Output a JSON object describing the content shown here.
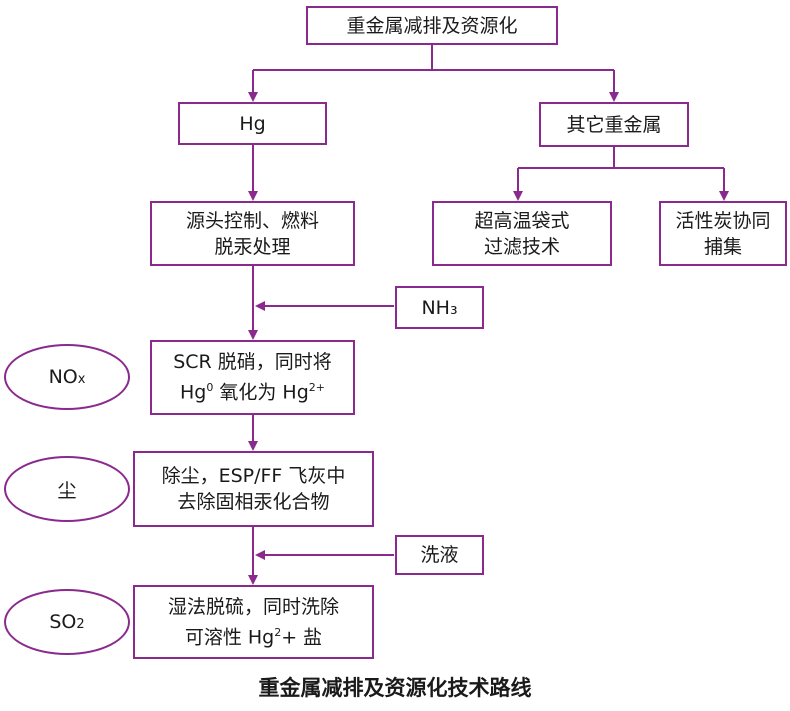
{
  "nodes": {
    "root": "重金属减排及资源化",
    "hg": "Hg",
    "other": "其它重金属",
    "source_line1": "源头控制、燃料",
    "source_line2": "脱汞处理",
    "bag_line1": "超高温袋式",
    "bag_line2": "过滤技术",
    "carbon_line1": "活性炭协同",
    "carbon_line2": "捕集",
    "nh3": "NH₃",
    "scr_line1": "SCR 脱硝，同时将",
    "scr_line2_a": "Hg",
    "scr_line2_sup1": "0",
    "scr_line2_b": " 氧化为 Hg",
    "scr_line2_sup2": "2+",
    "dust_line1": "除尘，ESP/FF 飞灰中",
    "dust_line2": "去除固相汞化合物",
    "wash": "洗液",
    "fgd_line1": "湿法脱硫，同时洗除",
    "fgd_line2_a": "可溶性 Hg",
    "fgd_line2_sup": "2",
    "fgd_line2_b": "+ 盐"
  },
  "ovals": {
    "nox_main": "NO",
    "nox_sub": "x",
    "dust": "尘",
    "so2_main": "SO",
    "so2_sub": "2"
  },
  "caption": "重金属减排及资源化技术路线",
  "colors": {
    "line": "#8a2a8e",
    "text": "#1a1a1a"
  }
}
